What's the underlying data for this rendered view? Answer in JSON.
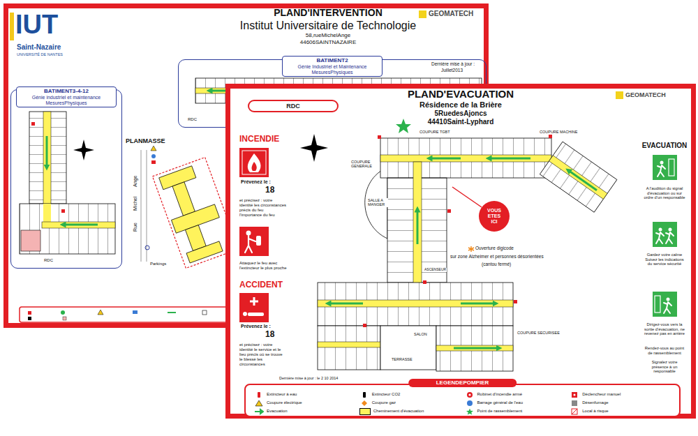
{
  "diagram": {
    "nodes": [
      {
        "text": [
          "PLAND'INTERVENTION",
          "Institut Universitaire de Technologie",
          "58,rueMichelAnge",
          "44606SAINTNAZAIRE"
        ]
      },
      {
        "text": [
          "BATIMENT2",
          "Génie Industriel et Maintenance MesuresPhysiques"
        ],
        "in": 0
      },
      {
        "text": [
          "BATIMENT3-4-12",
          "Génie industriel et maintenance MesuresPhysiques"
        ],
        "in": 0
      },
      {
        "text": [
          "PLAND'EVACUATION",
          "Résidence de la Brière",
          "5RuedesAjoncs",
          "44410Saint-Lyphard"
        ]
      },
      {
        "text": [
          "RDC"
        ],
        "in": 3
      },
      {
        "text": [
          "VOUS ETES ICI"
        ],
        "in": 3
      },
      {
        "text": [
          "LEGENDEPOMPIER"
        ],
        "in": 3
      }
    ],
    "labels": [
      "IUT",
      "Saint-Nazaire",
      "UNIVERSITÉ DE NANTES",
      "GEOMATECH",
      "Dernière mise à jour :",
      "Juillet2013",
      "RDC",
      "RDC",
      "PLANMASSE",
      "Rue",
      "Michel",
      "Ange",
      "Parkings",
      "GEOMATECH",
      "INCENDIE",
      "Prévenez le :",
      "18",
      "et précisez : votre identité les circonstances précis du feu l'importance du feu",
      "Attaquez le feu avec l'extincteur le plus proche",
      "ACCIDENT",
      "Prévenez le :",
      "18",
      "et précisez : votre identité le service et le lieu précis où se trouve le blessé les circonstances",
      "EVACUATION",
      "A l'audition du signal d'évacuation ou sur ordre d'un responsable",
      "Gardez votre calme Suivez les indications du service sécurité",
      "Dirigez-vous vers la sortie d'évacuation, ne revenez pas en arrière",
      "Rendez-vous au point de rassemblement",
      "Signalez votre présence à un responsable",
      "COUPURE TGBT",
      "COUPURE GENERALE",
      "COUPURE MACHINE",
      "SALLE A MANGER",
      "SALON",
      "TERRASSE",
      "ASCENSEUR",
      "COUPURE SECURISEE",
      "Ouverture digicode",
      "sur zone Alzheimer et personnes désorientées",
      "(cantou fermé)",
      "Dernière mise à jour : le 2 10 2014"
    ],
    "legend": [
      {
        "text": "Extincteur à eau"
      },
      {
        "text": "Extincteur CO2"
      },
      {
        "text": "Robinet d'incendie armé"
      },
      {
        "text": "Déclencheur manuel"
      },
      {
        "text": "Coupure électrique"
      },
      {
        "text": "Coupure gaz"
      },
      {
        "text": "Barrage général de l'eau"
      },
      {
        "text": "Désenfumage"
      },
      {
        "text": "Evacuation"
      },
      {
        "text": "Cheminement d'évacuation",
        "color": "#fff35c"
      },
      {
        "text": "Point de rassemblement"
      },
      {
        "text": "Local à risque"
      }
    ]
  }
}
